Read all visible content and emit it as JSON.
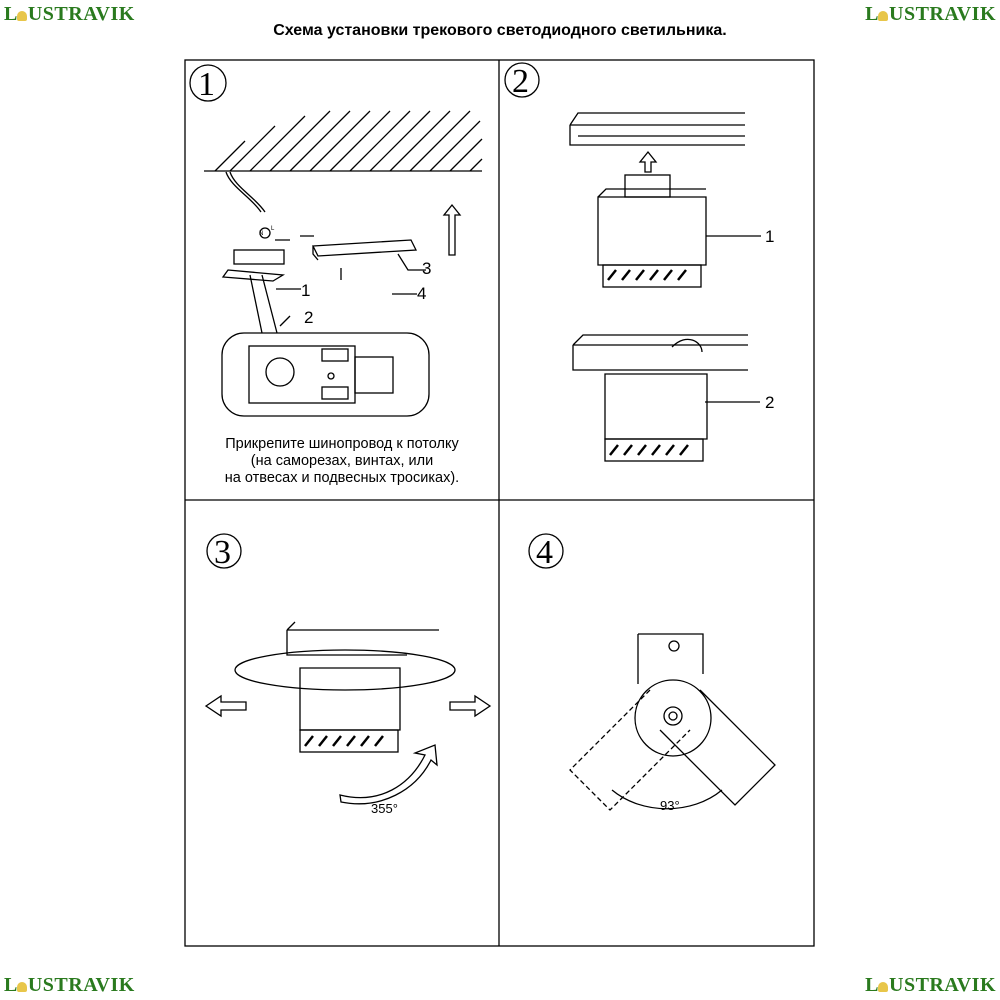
{
  "brand": {
    "logo_prefix": "L",
    "logo_rest": "USTRAVIK",
    "logo_text": "LUSTRAVIK",
    "color": "#2a7a1e"
  },
  "title": "Схема установки трекового светодиодного светильника.",
  "panels": [
    {
      "step": "1",
      "labels": [
        "1",
        "2",
        "3",
        "4"
      ],
      "wire_labels": [
        "N",
        "L"
      ],
      "caption": [
        "Прикрепите шинопровод к потолку",
        "(на саморезах, винтах, или",
        "на отвесах и подвесных тросиках)."
      ]
    },
    {
      "step": "2",
      "labels": [
        "1",
        "2"
      ]
    },
    {
      "step": "3",
      "angle": "355°"
    },
    {
      "step": "4",
      "angle": "93°"
    }
  ]
}
